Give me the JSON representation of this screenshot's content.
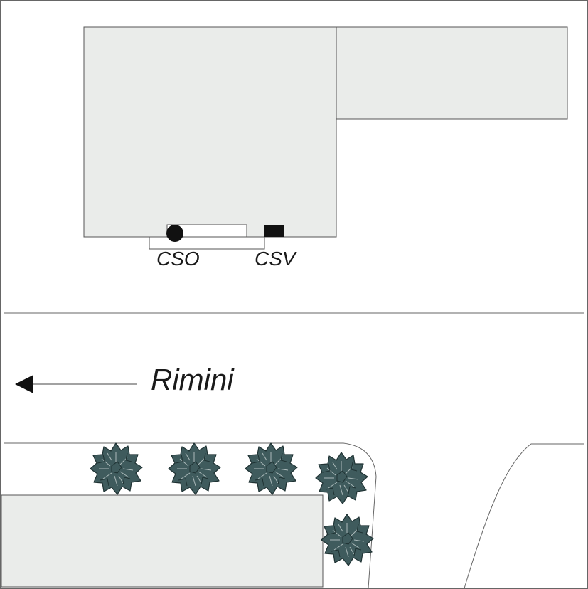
{
  "labels": {
    "cso": "CSO",
    "csv": "CSV",
    "direction": "Rimini"
  },
  "colors": {
    "building_fill": "#eaecea",
    "building_stroke": "#555555",
    "line": "#666666",
    "tree_fill": "#3f5b5d",
    "tree_stroke": "#1f3233",
    "marker": "#111111"
  },
  "icons": {
    "direction_arrow": "arrow-left-icon",
    "tree": "tree-icon",
    "cso_marker": "circle-marker-icon",
    "csv_marker": "square-marker-icon"
  }
}
